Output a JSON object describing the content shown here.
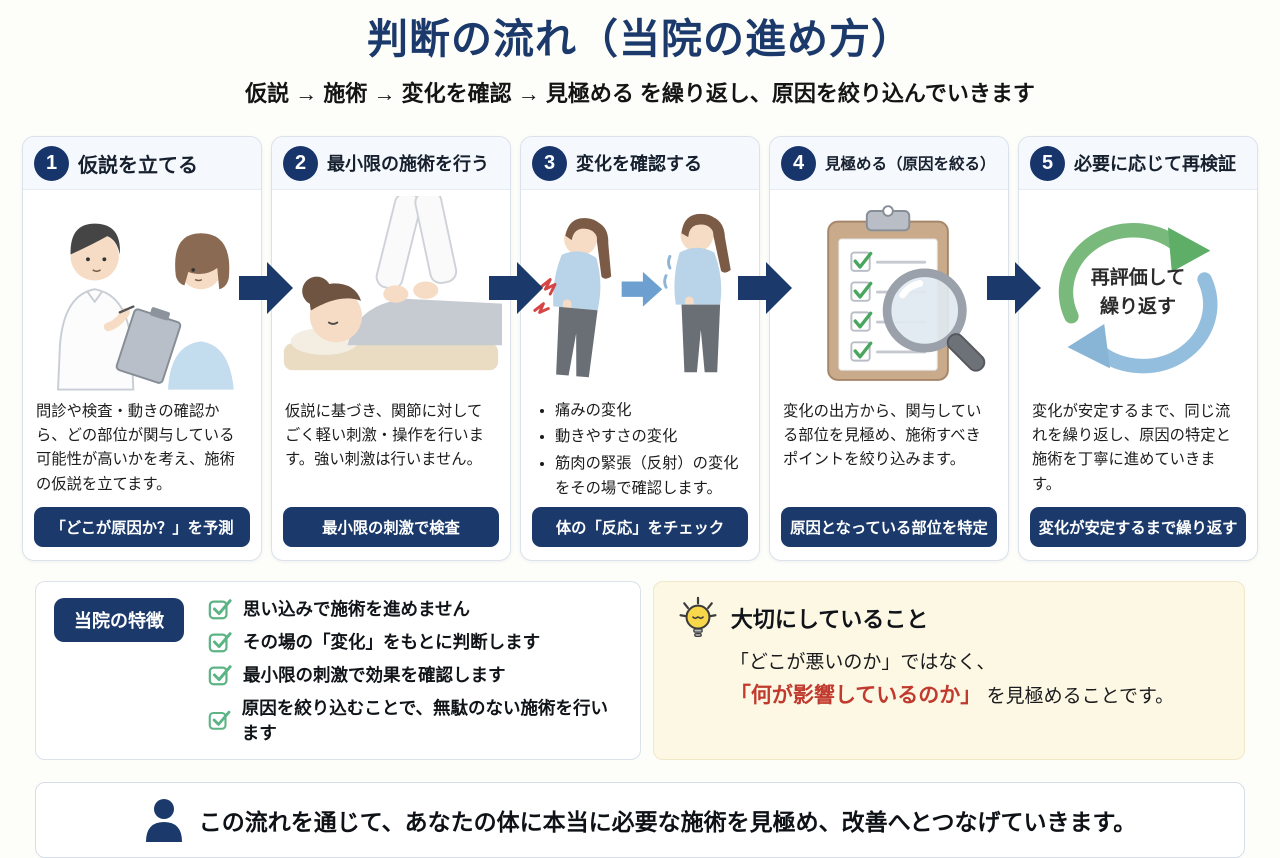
{
  "header": {
    "title": "判断の流れ（当院の進め方）",
    "subtitle": "仮説 → 施術 → 変化を確認 → 見極める を繰り返し、原因を絞り込んでいきます"
  },
  "steps": [
    {
      "number": "1",
      "title": "仮説を立てる",
      "illustration": "consultation-doctor-patient",
      "description": "問診や検査・動きの確認から、どの部位が関与している可能性が高いかを考え、施術の仮説を立てます。",
      "badge": "「どこが原因か？」を予測"
    },
    {
      "number": "2",
      "title": "最小限の施術を行う",
      "illustration": "gentle-manual-treatment",
      "description": "仮説に基づき、関節に対してごく軽い刺激・操作を行います。強い刺激は行いません。",
      "badge": "最小限の刺激で検査"
    },
    {
      "number": "3",
      "title": "変化を確認する",
      "illustration": "posture-before-after",
      "bullets": [
        "痛みの変化",
        "動きやすさの変化",
        "筋肉の緊張（反射）の変化"
      ],
      "bullet_note": "をその場で確認します。",
      "badge": "体の「反応」をチェック"
    },
    {
      "number": "4",
      "title": "見極める（原因を絞る）",
      "illustration": "checklist-magnifier",
      "description": "変化の出方から、関与している部位を見極め、施術すべきポイントを絞り込みます。",
      "badge": "原因となっている部位を特定"
    },
    {
      "number": "5",
      "title": "必要に応じて再検証",
      "illustration": "repeat-cycle",
      "cycle_label_1": "再評価して",
      "cycle_label_2": "繰り返す",
      "description": "変化が安定するまで、同じ流れを繰り返し、原因の特定と施術を丁寧に進めていきます。",
      "badge": "変化が安定するまで繰り返す"
    }
  ],
  "features": {
    "badge": "当院の特徴",
    "items": [
      "思い込みで施術を進めません",
      "その場の「変化」をもとに判断します",
      "最小限の刺激で効果を確認します",
      "原因を絞り込むことで、無駄のない施術を行います"
    ]
  },
  "important": {
    "heading": "大切にしていること",
    "line1": "「どこが悪いのか」ではなく、",
    "highlight": "「何が影響しているのか」",
    "rest": "を見極めることです。"
  },
  "footer": {
    "message": "この流れを通じて、あなたの体に本当に必要な施術を見極め、改善へとつなげていきます。"
  },
  "colors": {
    "navy": "#1b3a6b",
    "check_green": "#5cb485",
    "accent_red": "#c13a2e",
    "key_point_bg": "#fcf8e4",
    "cycle_green": "#79ba7c",
    "cycle_blue": "#94bedd"
  }
}
